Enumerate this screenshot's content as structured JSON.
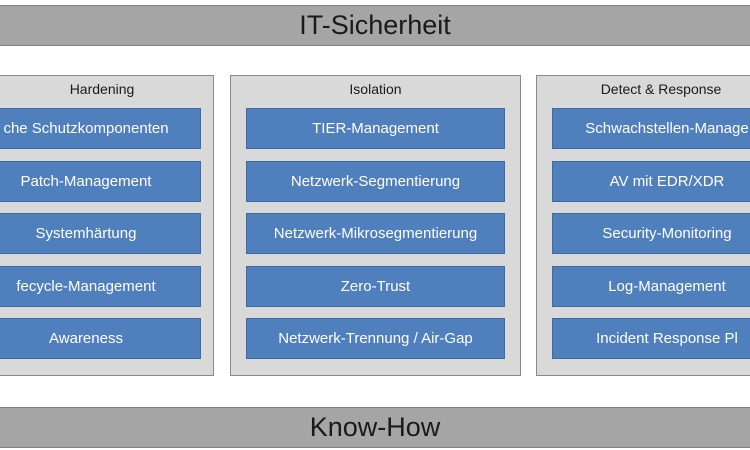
{
  "top_banner": "IT-Sicherheit",
  "bottom_banner": "Know-How",
  "columns": [
    {
      "title": "Hardening",
      "items": [
        "che Schutzkomponenten",
        "Patch-Management",
        "Systemhärtung",
        "fecycle-Management",
        "Awareness"
      ]
    },
    {
      "title": "Isolation",
      "items": [
        "TIER-Management",
        "Netzwerk-Segmentierung",
        "Netzwerk-Mikrosegmentierung",
        "Zero-Trust",
        "Netzwerk-Trennung / Air-Gap"
      ]
    },
    {
      "title": "Detect & Response",
      "items": [
        "Schwachstellen-Manage",
        "AV mit EDR/XDR",
        "Security-Monitoring",
        "Log-Management",
        "Incident Response Pl"
      ]
    }
  ],
  "colors": {
    "banner_fill": "#a5a5a5",
    "column_fill": "#d9d9d9",
    "item_fill": "#4f7fbd",
    "item_text": "#ffffff"
  }
}
